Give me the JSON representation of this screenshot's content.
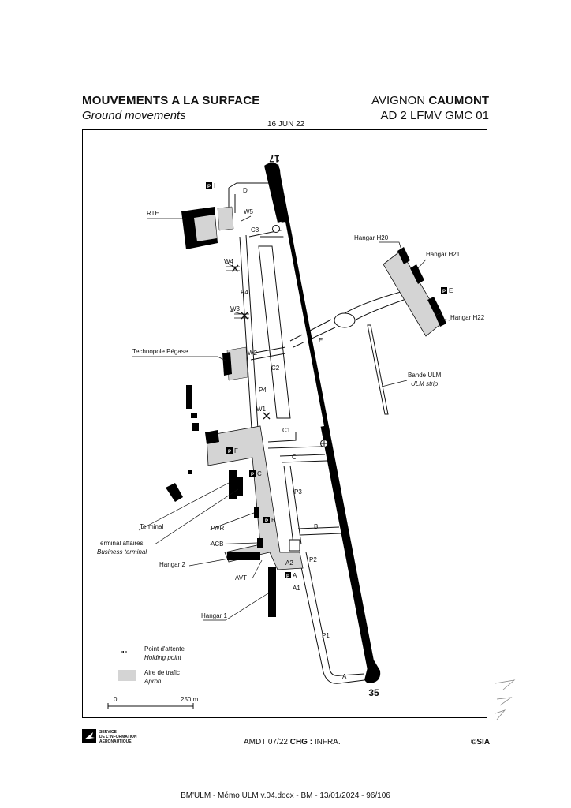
{
  "header": {
    "title_fr": "MOUVEMENTS A LA SURFACE",
    "title_en": "Ground movements",
    "aerodrome_prefix": "AVIGNON ",
    "aerodrome_name": "CAUMONT",
    "chart_code": "AD 2 LFMV GMC 01",
    "date": "16 JUN 22"
  },
  "runway": {
    "north_number": "17",
    "south_number": "35"
  },
  "taxiways": {
    "D": "D",
    "W5": "W5",
    "C3": "C3",
    "W4": "W4",
    "P4a": "P4",
    "W3": "W3",
    "W2": "W2",
    "C2": "C2",
    "P4b": "P4",
    "W1": "W1",
    "C1": "C1",
    "C": "C",
    "P3": "P3",
    "B": "B",
    "A2": "A2",
    "A1": "A1",
    "P2": "P2",
    "P1": "P1",
    "A": "A",
    "E": "E"
  },
  "parking": {
    "I": "I",
    "E": "E",
    "F": "F",
    "C": "C",
    "B": "B",
    "A": "A"
  },
  "buildings": {
    "rte": "RTE",
    "technopole": "Technopole Pégase",
    "hangar_h20": "Hangar H20",
    "hangar_h21": "Hangar H21",
    "hangar_h22": "Hangar H22",
    "ulm_strip_fr": "Bande ULM",
    "ulm_strip_en": "ULM strip",
    "terminal": "Terminal",
    "twr": "TWR",
    "business_fr": "Terminal affaires",
    "business_en": "Business terminal",
    "acb": "ACB",
    "hangar2": "Hangar 2",
    "avt": "AVT",
    "hangar1": "Hangar 1"
  },
  "legend": {
    "holding_fr": "Point d'attente",
    "holding_en": "Holding point",
    "apron_fr": "Aire de trafic",
    "apron_en": "Apron",
    "scale_start": "0",
    "scale_end": "250 m"
  },
  "footer": {
    "sia_line1": "SERVICE",
    "sia_line2": "DE L'INFORMATION",
    "sia_line3": "AERONAUTIQUE",
    "amdt": "AMDT 07/22  ",
    "chg_label": "CHG :",
    "chg_value": " INFRA.",
    "copyright": "©SIA",
    "document_line": "BM'ULM - Mémo ULM v.04.docx - BM - 13/01/2024 - 96/106"
  },
  "colors": {
    "apron": "#d4d4d4",
    "building": "#000000",
    "line": "#111111"
  }
}
